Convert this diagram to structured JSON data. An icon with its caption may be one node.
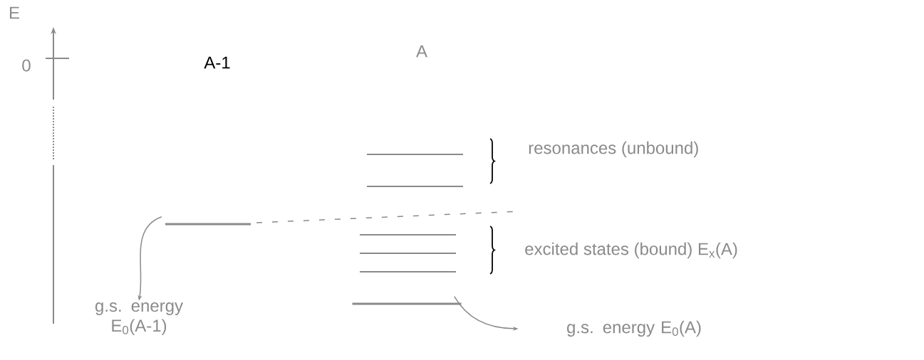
{
  "diagram": {
    "nodes": [
      {
        "text": [],
        "shape": "bar"
      },
      {
        "text": [
          "g.s. energy E$_{0}$(A-1)"
        ]
      },
      {
        "text": [],
        "shape": "bar"
      },
      {
        "text": [
          "g.s. energy E$_{0}$(A)"
        ]
      }
    ],
    "edges": [
      {
        "from": 0,
        "to": 1,
        "arrow": "to"
      },
      {
        "from": 2,
        "to": 3,
        "arrow": "to"
      }
    ],
    "labels": [
      "E",
      "0",
      "A-1",
      "A",
      "resonances (unbound)",
      "excited states (bound) E$_{x}$(A)"
    ]
  }
}
